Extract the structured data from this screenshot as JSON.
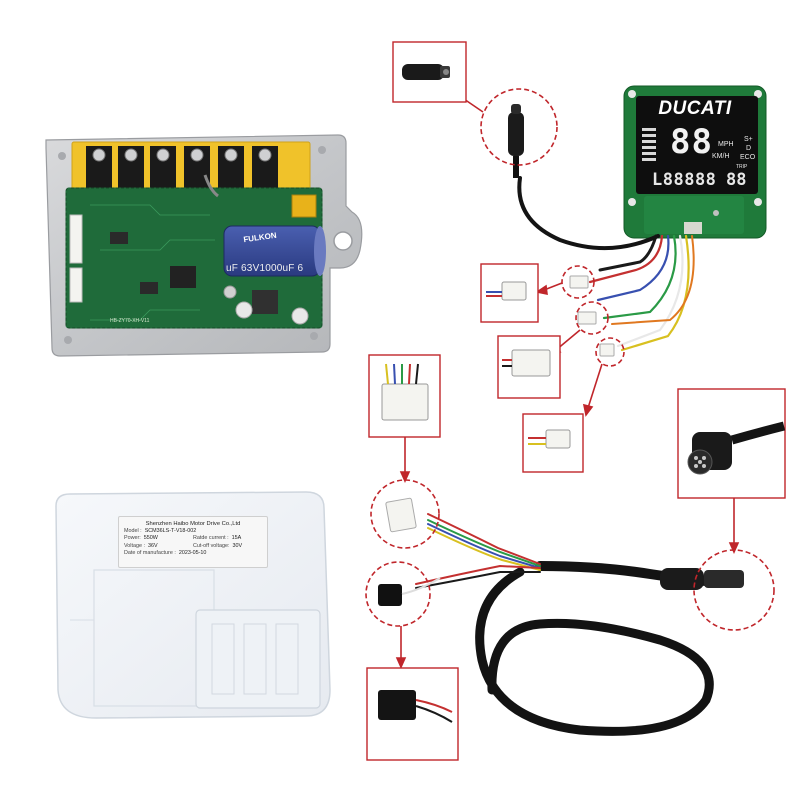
{
  "controller_label": {
    "company": "Shenzhen Haibo Motor Drive Co.,Ltd",
    "model_key": "Model :",
    "model_value": "SCM36LS-T-V18-002",
    "power_key": "Power:",
    "power_value": "550W",
    "rated_current_key": "Ratde current :",
    "rated_current_value": "15A",
    "voltage_key": "Voltage :",
    "voltage_value": "36V",
    "cutoff_key": "Cut-off voltage:",
    "cutoff_value": "30V",
    "date_key": "Date of manufacture :",
    "date_value": "2023-05-10"
  },
  "display": {
    "brand": "DUCATI",
    "speed_digits": "88",
    "unit_mph": "MPH",
    "unit_kmh": "KM/H",
    "odometer": "L88888",
    "trip_digits": "88",
    "trip_label": "TRIP",
    "mode_s": "S+",
    "mode_d": "D",
    "mode_eco": "ECO"
  },
  "capacitor": {
    "brand": "FULKON",
    "rating": "uF  63V1000uF  6"
  },
  "pcb": {
    "code": "HB-ZY70-XH-V11"
  },
  "colors": {
    "pcb_green": "#1f6b3a",
    "callout_red": "#c0262b",
    "cable_black": "#141414",
    "lcd_black": "#0e0e0e"
  }
}
